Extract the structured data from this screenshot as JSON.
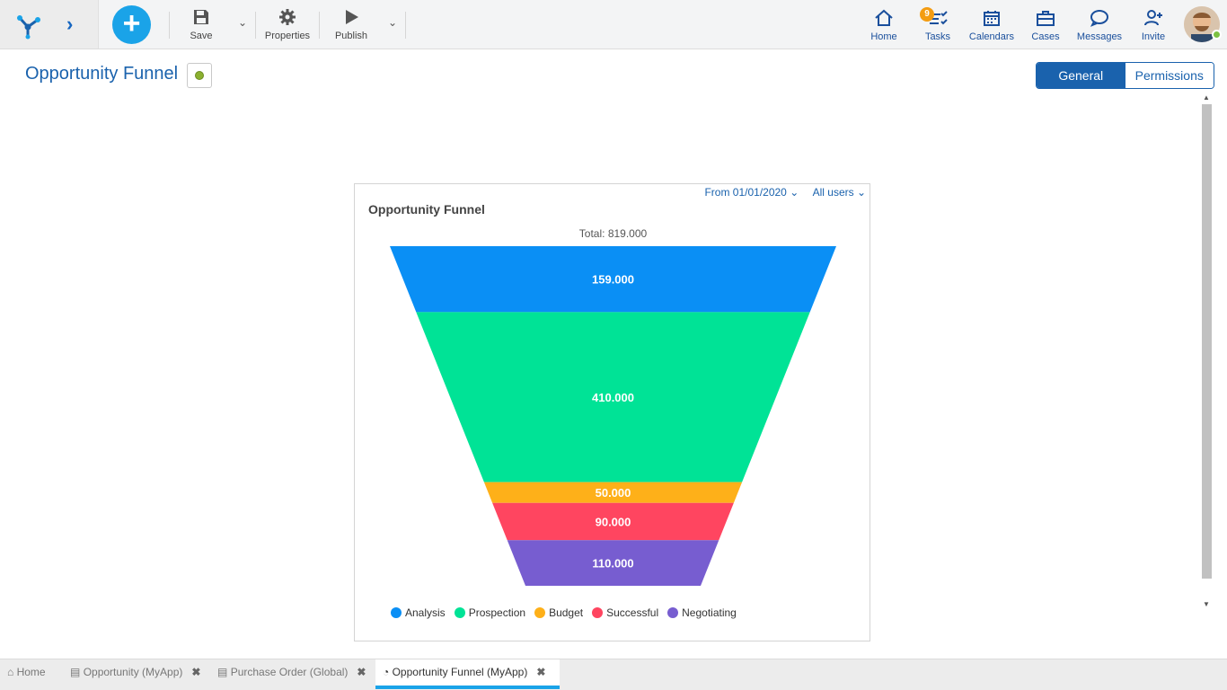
{
  "toolbar": {
    "save_label": "Save",
    "properties_label": "Properties",
    "publish_label": "Publish"
  },
  "nav": {
    "home": "Home",
    "tasks": "Tasks",
    "tasks_badge": "9",
    "calendars": "Calendars",
    "cases": "Cases",
    "messages": "Messages",
    "invite": "Invite"
  },
  "page": {
    "title": "Opportunity Funnel",
    "tabs": [
      "General",
      "Permissions"
    ]
  },
  "chart_card": {
    "filter_date": "From 01/01/2020",
    "filter_users": "All users",
    "title": "Opportunity Funnel",
    "total": "Total: 819.000"
  },
  "chart_data": {
    "type": "funnel",
    "title": "Opportunity Funnel",
    "total_label": "Total: 819.000",
    "categories": [
      "Analysis",
      "Prospection",
      "Budget",
      "Successful",
      "Negotiating"
    ],
    "values": [
      159000,
      410000,
      50000,
      90000,
      110000
    ],
    "value_labels": [
      "159.000",
      "410.000",
      "50.000",
      "90.000",
      "110.000"
    ],
    "colors": [
      "#0a8ff5",
      "#00e396",
      "#feb019",
      "#ff4560",
      "#775dd0"
    ],
    "legend_position": "bottom-left"
  },
  "bottom_tabs": [
    {
      "label": "Home"
    },
    {
      "label": "Opportunity (MyApp)"
    },
    {
      "label": "Purchase Order (Global)"
    },
    {
      "label": "Opportunity Funnel (MyApp)"
    }
  ]
}
